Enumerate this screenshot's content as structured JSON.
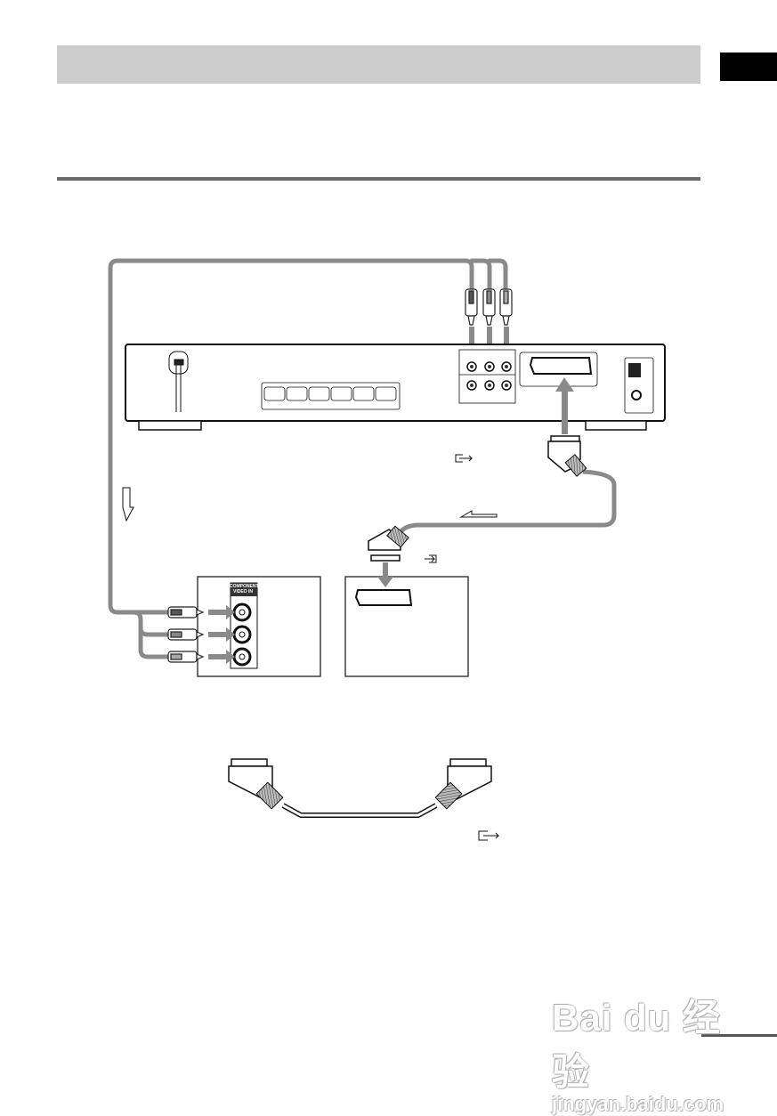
{
  "page": {
    "header_band_color": "#cccccc",
    "side_tab_color": "#000000",
    "rule_color": "#6b6b6b"
  },
  "diagram": {
    "player_panel": {
      "component_out_jacks": 6,
      "speaker_terminals": 6,
      "scart_out_icon": "scart-output-icon"
    },
    "tv_component": {
      "label": "COMPONENT VIDEO IN",
      "label_line1": "COMPONENT",
      "label_line2": "VIDEO IN",
      "jacks": 3
    },
    "tv_scart": {
      "icon": "scart-input-icon"
    },
    "cable_color": "#8a8a8a",
    "arrow_color": "#8a8a8a"
  },
  "watermark": {
    "brand": "Bai du 经验",
    "url": "jingyan.baidu.com"
  }
}
